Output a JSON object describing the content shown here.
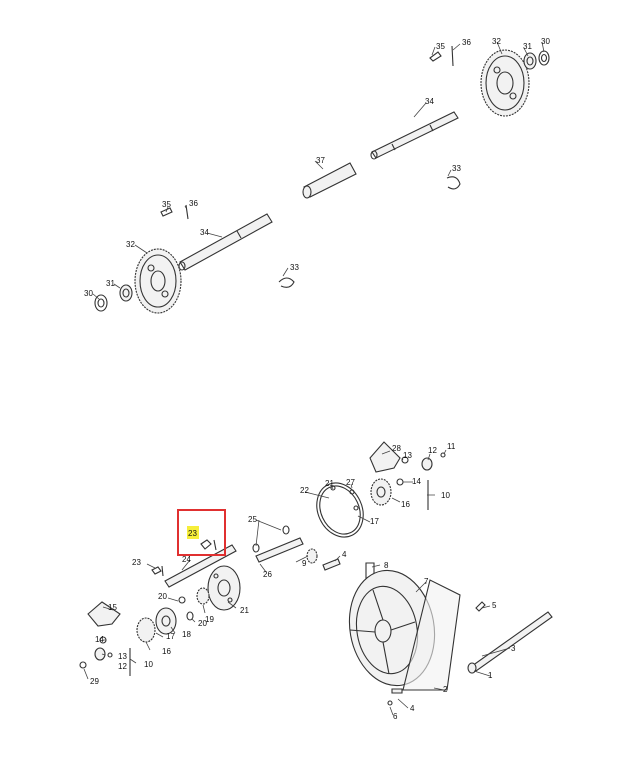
{
  "callouts": {
    "top": [
      "35",
      "36",
      "32",
      "31",
      "30",
      "34",
      "37",
      "33",
      "35",
      "36",
      "34",
      "32",
      "31",
      "30",
      "33"
    ],
    "bottom": [
      "28",
      "12",
      "11",
      "13",
      "10",
      "21",
      "22",
      "27",
      "14",
      "16",
      "17",
      "25",
      "24",
      "23",
      "23",
      "26",
      "9",
      "4",
      "8",
      "20",
      "15",
      "18",
      "19",
      "21",
      "20",
      "7",
      "5",
      "3",
      "14",
      "17",
      "16",
      "13",
      "12",
      "10",
      "29",
      "1",
      "2",
      "4",
      "6"
    ]
  },
  "highlight": {
    "label": "23",
    "color": "#e03030",
    "marker_color": "#f6ee3a"
  }
}
